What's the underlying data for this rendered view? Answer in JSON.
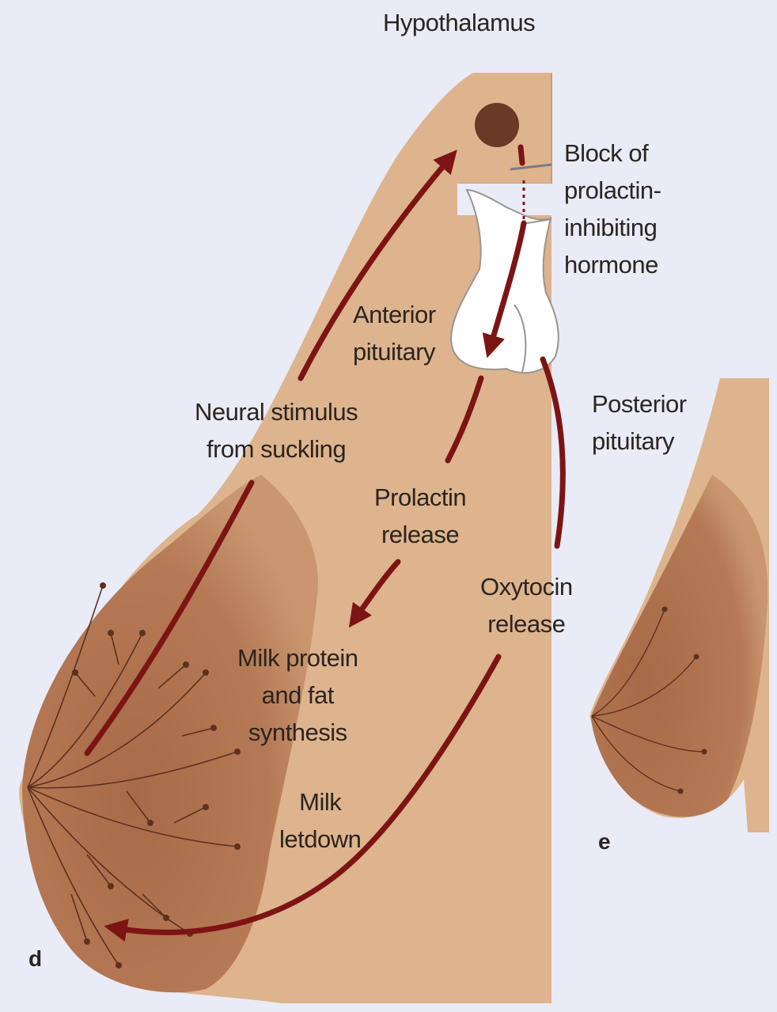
{
  "figure": {
    "colors": {
      "background": "#e9ebf6",
      "skin": "#ddb48d",
      "breast_tissue": "#b87a56",
      "gland_ducts": "#5e3020",
      "arrow": "#7d1414",
      "hypothalamus_nucleus": "#6a3a27",
      "pituitary": "#ffffff",
      "text": "#2b2420"
    },
    "labels": {
      "hypothalamus": "Hypothalamus",
      "block": "Block of\nprolactin-\ninhibiting\nhormone",
      "anterior_pituitary": "Anterior\npituitary",
      "posterior_pituitary": "Posterior\npituitary",
      "neural_stimulus": "Neural stimulus\nfrom suckling",
      "prolactin_release": "Prolactin\nrelease",
      "oxytocin_release": "Oxytocin\nrelease",
      "milk_synthesis": "Milk protein\nand fat\nsynthesis",
      "milk_letdown": "Milk\nletdown",
      "panel_d": "d",
      "panel_e": "e"
    },
    "icons": [
      "hypothalamus-nucleus",
      "pituitary-gland",
      "mammary-gland",
      "flow-arrows"
    ]
  }
}
